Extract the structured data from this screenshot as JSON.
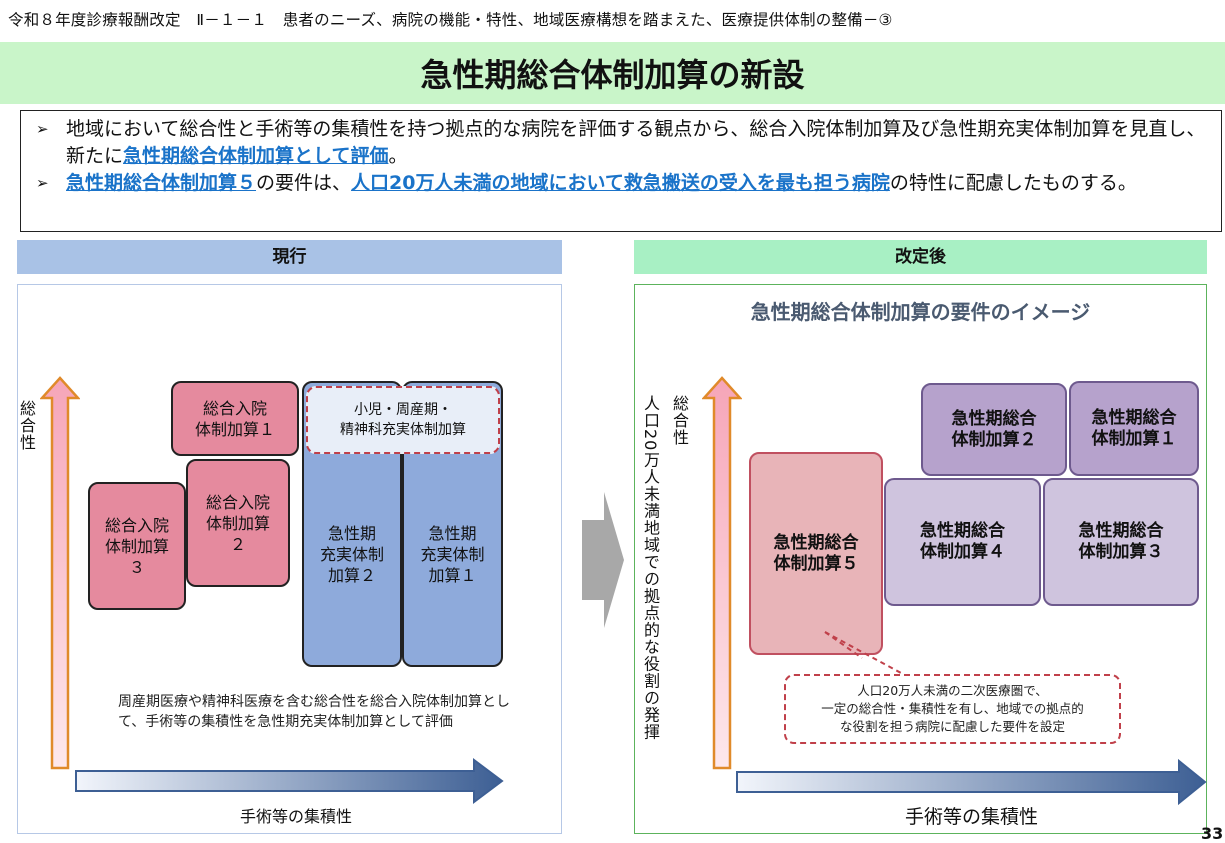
{
  "header": {
    "line": "令和８年度診療報酬改定　Ⅱ－１－１　患者のニーズ、病院の機能・特性、地域医療構想を踏まえた、医療提供体制の整備－③",
    "title": "急性期総合体制加算の新設"
  },
  "summary": {
    "bullet_mark": "➢",
    "b1_pre": "地域において総合性と手術等の集積性を持つ拠点的な病院を評価する観点から、総合入院体制加算及び急性期充実体制加算を見直し、新たに",
    "b1_hl": "急性期総合体制加算として評価",
    "b1_post": "。",
    "b2_hl1": "急性期総合体制加算５",
    "b2_mid": "の要件は、",
    "b2_hl2": "人口20万人未満の地域において救急搬送の受入を最も担う病院",
    "b2_post": "の特性に配慮したものする。"
  },
  "current": {
    "heading": "現行",
    "y_axis": "総合性",
    "x_axis": "手術等の集積性",
    "cell_sogo1": "総合入院\n体制加算１",
    "cell_sogo2": "総合入院\n体制加算\n２",
    "cell_sogo3": "総合入院\n体制加算\n３",
    "cell_kyusei2": "急性期\n充実体制\n加算２",
    "cell_kyusei1": "急性期\n充実体制\n加算１",
    "dashed_note": "小児・周産期・\n精神科充実体制加算",
    "description": "周産期医療や精神科医療を含む総合性を総合入院体制加算として、手術等の集積性を急性期充実体制加算として評価"
  },
  "revised": {
    "heading": "改定後",
    "subtitle": "急性期総合体制加算の要件のイメージ",
    "y_axis": "総合性",
    "y_axis2": "人口20万人未満地域での拠点的な役割の発揮",
    "x_axis": "手術等の集積性",
    "cell_2": "急性期総合\n体制加算２",
    "cell_1": "急性期総合\n体制加算１",
    "cell_4": "急性期総合\n体制加算４",
    "cell_3": "急性期総合\n体制加算３",
    "cell_5": "急性期総合\n体制加算５",
    "note": "人口20万人未満の二次医療圏で、\n一定の総合性・集積性を有し、地域での拠点的\nな役割を担う病院に配慮した要件を設定"
  },
  "page_number": "33",
  "colors": {
    "title_band": "#c9f5c9",
    "current_head": "#a9c2e6",
    "revised_head": "#a8f0c4",
    "highlight": "#1a73c9"
  }
}
